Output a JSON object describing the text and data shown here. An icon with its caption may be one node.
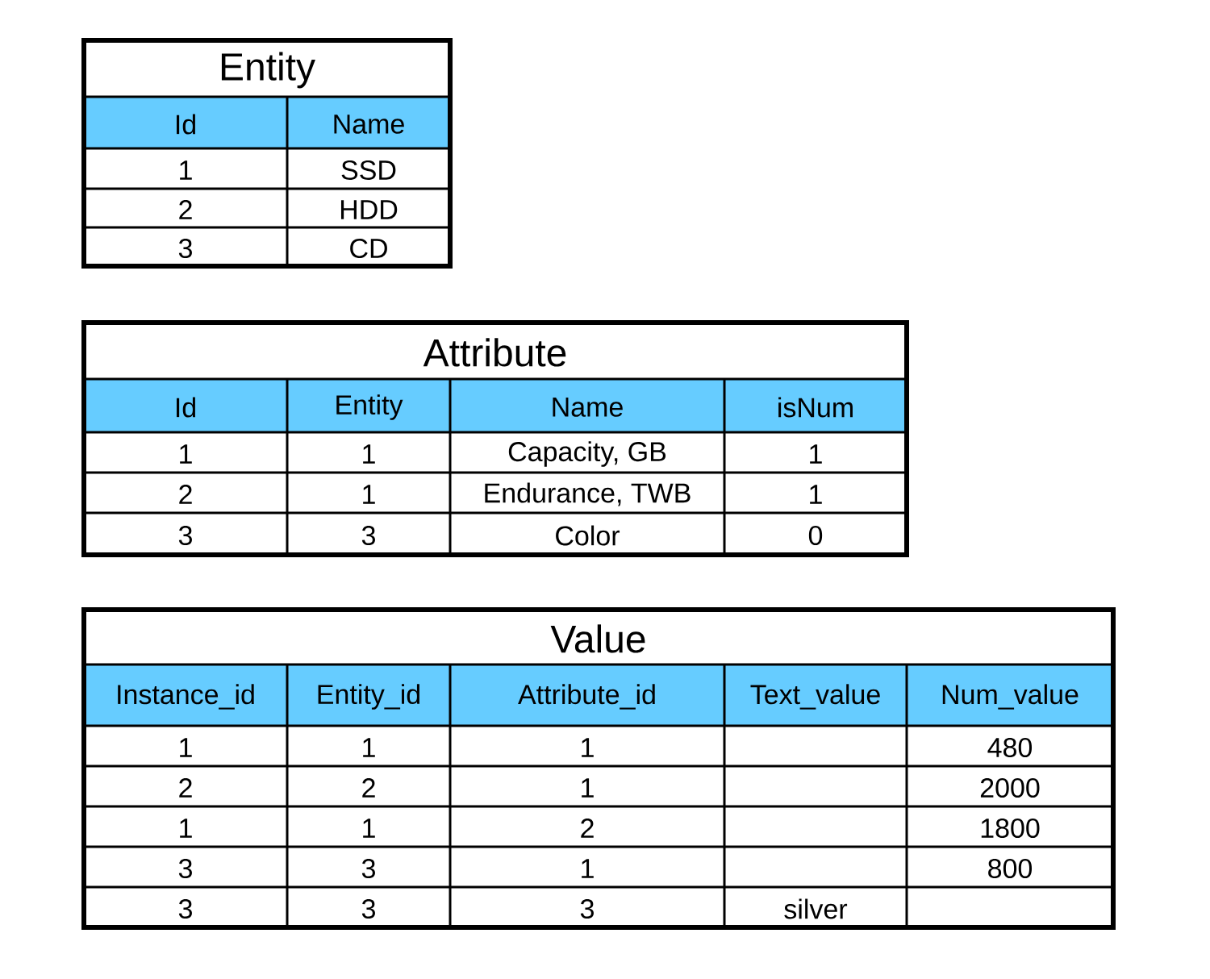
{
  "diagram": {
    "nodes": [
      {
        "text": [
          "Entity"
        ]
      },
      {
        "text": [
          "Attribute"
        ]
      },
      {
        "text": [
          "Value"
        ]
      }
    ],
    "labels": [
      "Id",
      "Name",
      "1",
      "SSD",
      "2",
      "HDD",
      "3",
      "CD",
      "Id",
      "Entity",
      "Name",
      "isNum",
      "1",
      "1",
      "Capacity, GB",
      "1",
      "2",
      "1",
      "Endurance, TWB",
      "1",
      "3",
      "3",
      "Color",
      "0",
      "Instance_id",
      "Entity_id",
      "Attribute_id",
      "Text_value",
      "Num_value",
      "1",
      "1",
      "1",
      "480",
      "2",
      "2",
      "1",
      "2000",
      "1",
      "1",
      "2",
      "1800",
      "3",
      "3",
      "1",
      "800",
      "3",
      "3",
      "3",
      "silver"
    ]
  }
}
